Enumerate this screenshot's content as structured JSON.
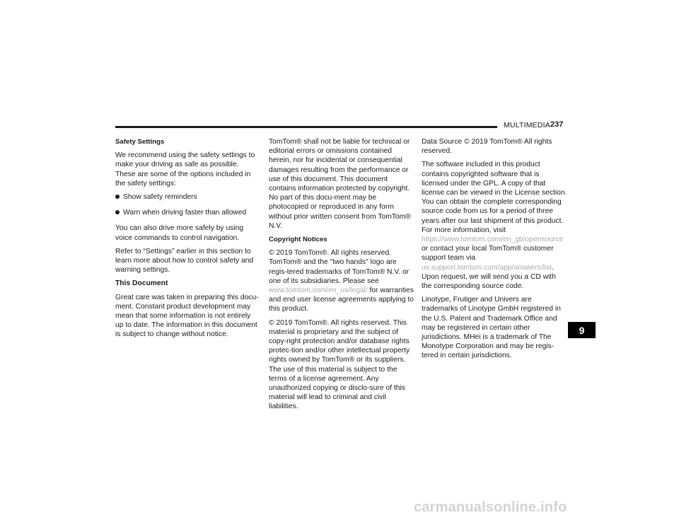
{
  "header": {
    "title": "MULTIMEDIA",
    "page_number": "237"
  },
  "col1": {
    "h_safety": "Safety Settings",
    "p1": "We recommend using the safety settings to make your driving as safe as possible. These are some of the options included in the safety settings:",
    "bullets": [
      "Show safety reminders",
      "Warn when driving faster than allowed"
    ],
    "p2": "You can also drive more safely by using voice commands to control navigation.",
    "p3": "Refer to “Settings” earlier in this section to learn more about how to control safety and warning settings.",
    "h_doc": "This Document",
    "p4": "Great care was taken in preparing this docu-ment. Constant product development may mean that some information is not entirely up to date. The information in this document is subject to change without notice."
  },
  "col2": {
    "p1": "TomTom® shall not be liable for technical or editorial errors or omissions contained herein, nor for incidental or consequential damages resulting from the performance or use of this document. This document contains information protected by copyright. No part of this docu-ment may be photocopied or reproduced in any form without prior written consent from TomTom® N.V.",
    "h_copyright": "Copyright Notices",
    "p2_before": "© 2019 TomTom®. All rights reserved. TomTom® and the \"two hands\" logo are regis-tered trademarks of TomTom® N.V. or one of its subsidiaries. Please see ",
    "p2_link": "www.tomtom.com/en_us/legal/",
    "p2_after": " for warranties and end user license agreements applying to this product.",
    "p3": "© 2019 TomTom®. All rights reserved. This material is proprietary and the subject of copy-right protection and/or database rights protec-tion and/or other intellectual property rights owned by TomTom® or its suppliers. The use of this material is subject to the terms of a license agreement. Any unauthorized copying or disclo-sure of this material will lead to criminal and civil liabilities."
  },
  "col3": {
    "p1": "Data Source © 2019 TomTom® All rights reserved.",
    "p2_before": "The software included in this product contains copyrighted software that is licensed under the GPL. A copy of that license can be viewed in the License section. You can obtain the complete corresponding source code from us for a period of three years after our last shipment of this product. For more information, visit ",
    "p2_link1": "https://www.tomtom.com/en_gb/opensource",
    "p2_mid": " or contact your local TomTom® customer support team via ",
    "p2_link2": "us.support.tomtom.com/app/answers/list",
    "p2_after": ". Upon request, we will send you a CD with the corresponding source code.",
    "p3": "Linotype, Frutiger and Univers are trademarks of Linotype GmbH registered in the U.S. Patent and Trademark Office and may be registered in certain other jurisdictions. MHei is a trademark of The Monotype Corporation and may be regis-tered in certain jurisdictions."
  },
  "chapter_tab": "9",
  "watermark": "carmanualsonline.info",
  "colors": {
    "link": "#a9a9a9",
    "text": "#1a1a1a",
    "tab_bg": "#000000"
  }
}
